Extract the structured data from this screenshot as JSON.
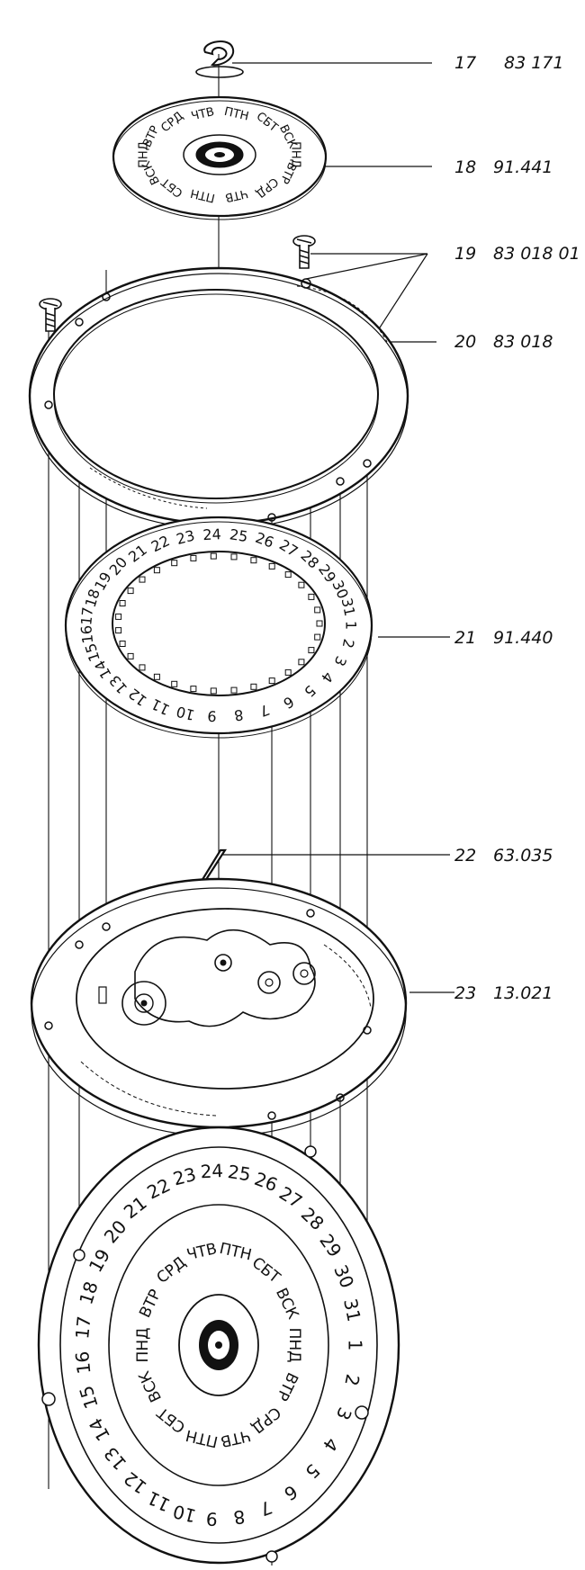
{
  "callouts": [
    {
      "num": "17",
      "part": "83 171"
    },
    {
      "num": "18",
      "part": "91.441"
    },
    {
      "num": "19",
      "part": "83 018 01"
    },
    {
      "num": "20",
      "part": "83 018"
    },
    {
      "num": "21",
      "part": "91.440"
    },
    {
      "num": "22",
      "part": "63.035"
    },
    {
      "num": "23",
      "part": "13.021"
    }
  ],
  "weekday_labels": [
    "ПНД",
    "ВТР",
    "СРД",
    "ЧТВ",
    "ПТН",
    "СБТ",
    "ВСК"
  ],
  "date_labels": [
    "1",
    "2",
    "3",
    "4",
    "5",
    "6",
    "7",
    "8",
    "9",
    "10",
    "11",
    "12",
    "13",
    "14",
    "15",
    "16",
    "17",
    "18",
    "19",
    "20",
    "21",
    "22",
    "23",
    "24",
    "25",
    "26",
    "27",
    "28",
    "29",
    "30",
    "31"
  ],
  "colors": {
    "ink": "#111111",
    "paper": "#ffffff"
  }
}
